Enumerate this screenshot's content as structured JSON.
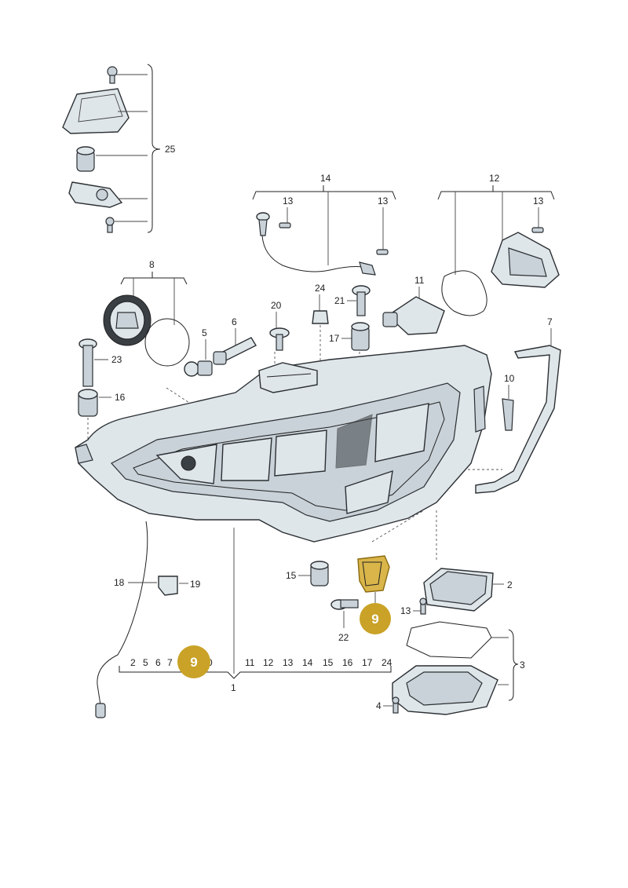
{
  "labels": {
    "l1": "1",
    "l2": "2",
    "l3": "3",
    "l4": "4",
    "l5": "5",
    "l6": "6",
    "l7": "7",
    "l8": "8",
    "l9": "9",
    "l10": "10",
    "l11": "11",
    "l12": "12",
    "l13": "13",
    "l14": "14",
    "l15": "15",
    "l16": "16",
    "l17": "17",
    "l18": "18",
    "l19": "19",
    "l20": "20",
    "l21": "21",
    "l22": "22",
    "l23": "23",
    "l24": "24",
    "l25": "25"
  },
  "bracket_row": [
    "2",
    "5",
    "6",
    "7",
    "0",
    "11",
    "12",
    "13",
    "14",
    "15",
    "16",
    "17",
    "24"
  ],
  "highlight_badge": "9",
  "highlight_color": "#c9a227"
}
